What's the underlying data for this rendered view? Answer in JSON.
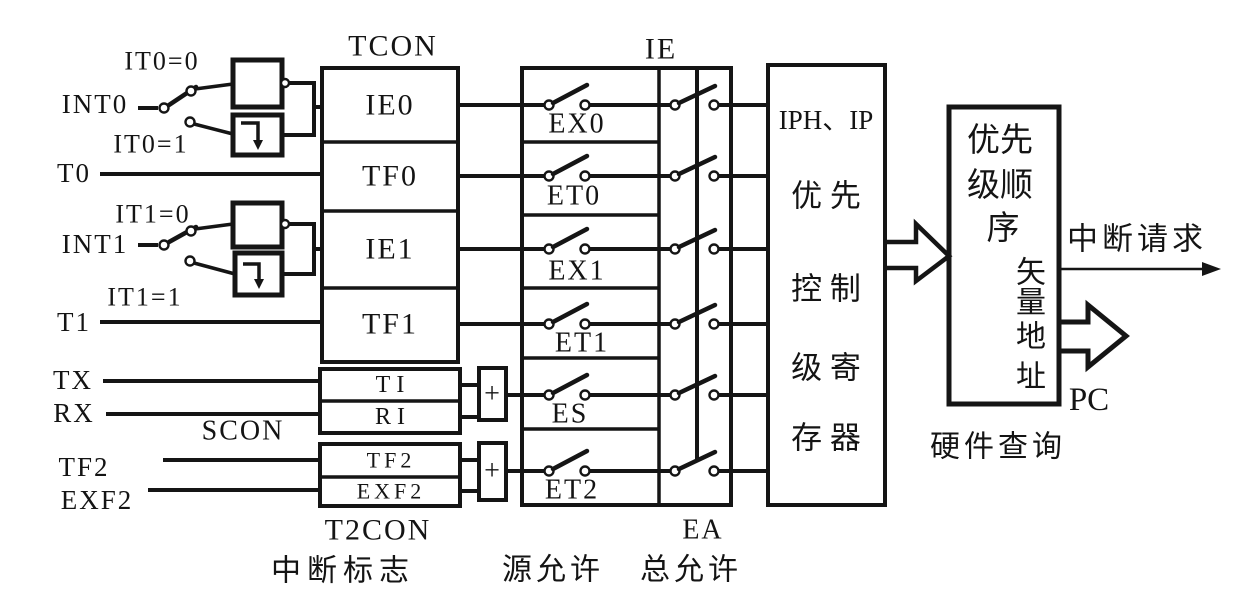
{
  "diagram": {
    "inputs": {
      "it0_eq_0": "IT0=0",
      "int0": "INT0",
      "it0_eq_1": "IT0=1",
      "t0": "T0",
      "it1_eq_0": "IT1=0",
      "int1": "INT1",
      "it1_eq_1": "IT1=1",
      "t1": "T1",
      "tx": "TX",
      "rx": "RX",
      "tf2": "TF2",
      "exf2": "EXF2"
    },
    "tcon": {
      "title": "TCON",
      "cells": [
        "IE0",
        "TF0",
        "IE1",
        "TF1"
      ]
    },
    "scon": {
      "title": "SCON",
      "cells": [
        "TI",
        "RI"
      ]
    },
    "t2con": {
      "title": "T2CON",
      "cells": [
        "TF2",
        "EXF2"
      ]
    },
    "or_gate_symbol": "+",
    "ie": {
      "title": "IE",
      "switches": [
        "EX0",
        "ET0",
        "EX1",
        "ET1",
        "ES",
        "ET2"
      ],
      "ea_label": "EA"
    },
    "priority_register": {
      "title": "IPH、IP",
      "lines": [
        "优 先",
        "控 制",
        "级 寄",
        "存 器"
      ]
    },
    "query_block": {
      "rows": [
        "优先",
        "级顺",
        "序"
      ],
      "vector": [
        "矢",
        "量",
        "地",
        "址"
      ],
      "caption": "硬件查询"
    },
    "outputs": {
      "interrupt_request": "中断请求",
      "pc": "PC"
    },
    "captions": {
      "interrupt_flags": "中断标志",
      "source_enable": "源允许",
      "global_enable": "总允许"
    }
  }
}
